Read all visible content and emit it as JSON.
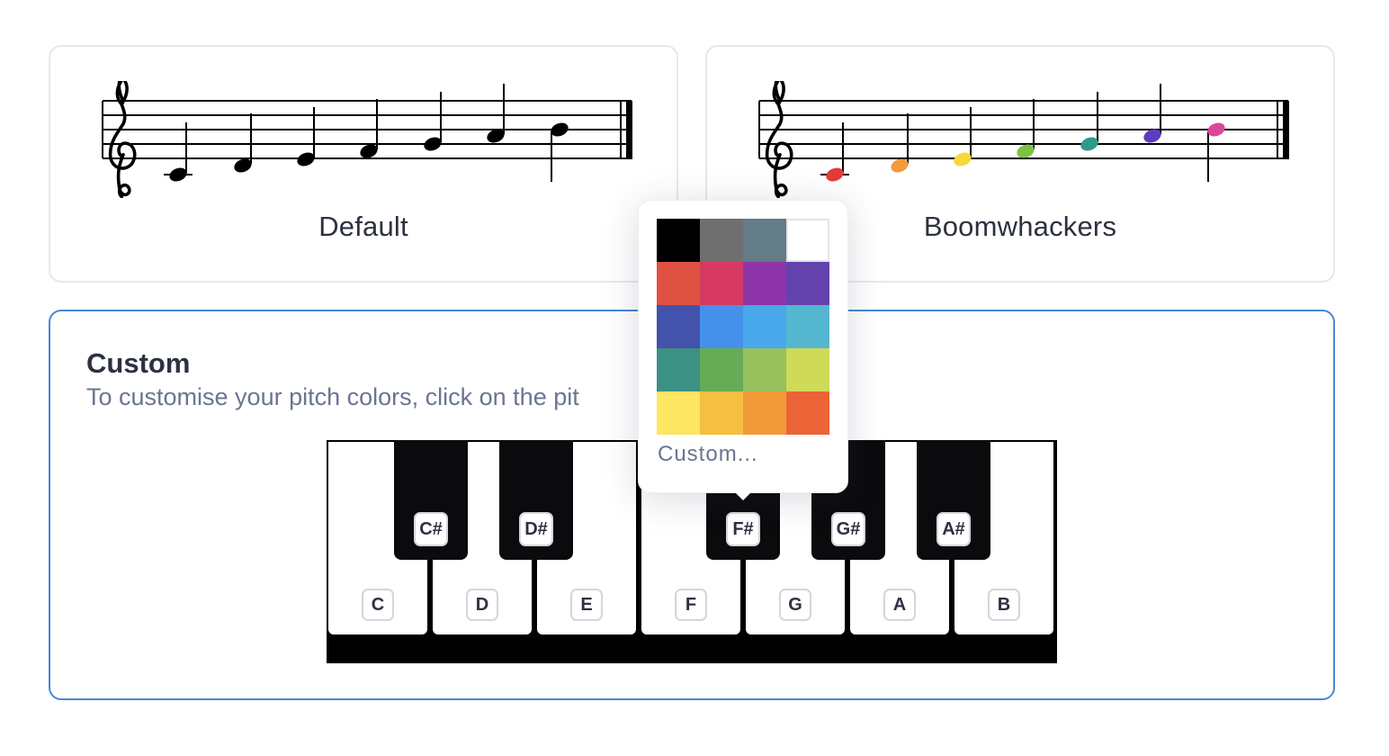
{
  "schemes": [
    {
      "id": "default",
      "label": "Default",
      "note_colors": [
        "#000000",
        "#000000",
        "#000000",
        "#000000",
        "#000000",
        "#000000",
        "#000000"
      ]
    },
    {
      "id": "boomwhackers",
      "label": "Boomwhackers",
      "note_colors": [
        "#e23b3b",
        "#f39a3c",
        "#f3d93a",
        "#7cc243",
        "#2e9a8a",
        "#5a3ebf",
        "#d9479a"
      ]
    }
  ],
  "custom": {
    "title": "Custom",
    "description": "To customise your pitch colors, click on the pit"
  },
  "piano": {
    "white_keys": [
      "C",
      "D",
      "E",
      "F",
      "G",
      "A",
      "B"
    ],
    "black_keys": [
      "C#",
      "D#",
      "F#",
      "G#",
      "A#"
    ],
    "active_key": "F#"
  },
  "color_picker": {
    "swatches": [
      "#000000",
      "#6f6f6f",
      "#647b88",
      "#ffffff",
      "#df5242",
      "#d63a63",
      "#8e36a9",
      "#6442ad",
      "#4352ab",
      "#4591e9",
      "#48a8ea",
      "#54b7cf",
      "#3c9084",
      "#66ab56",
      "#98c05c",
      "#cfda58",
      "#fde662",
      "#f6bf41",
      "#f29a38",
      "#ec6338"
    ],
    "custom_label": "Custom..."
  }
}
